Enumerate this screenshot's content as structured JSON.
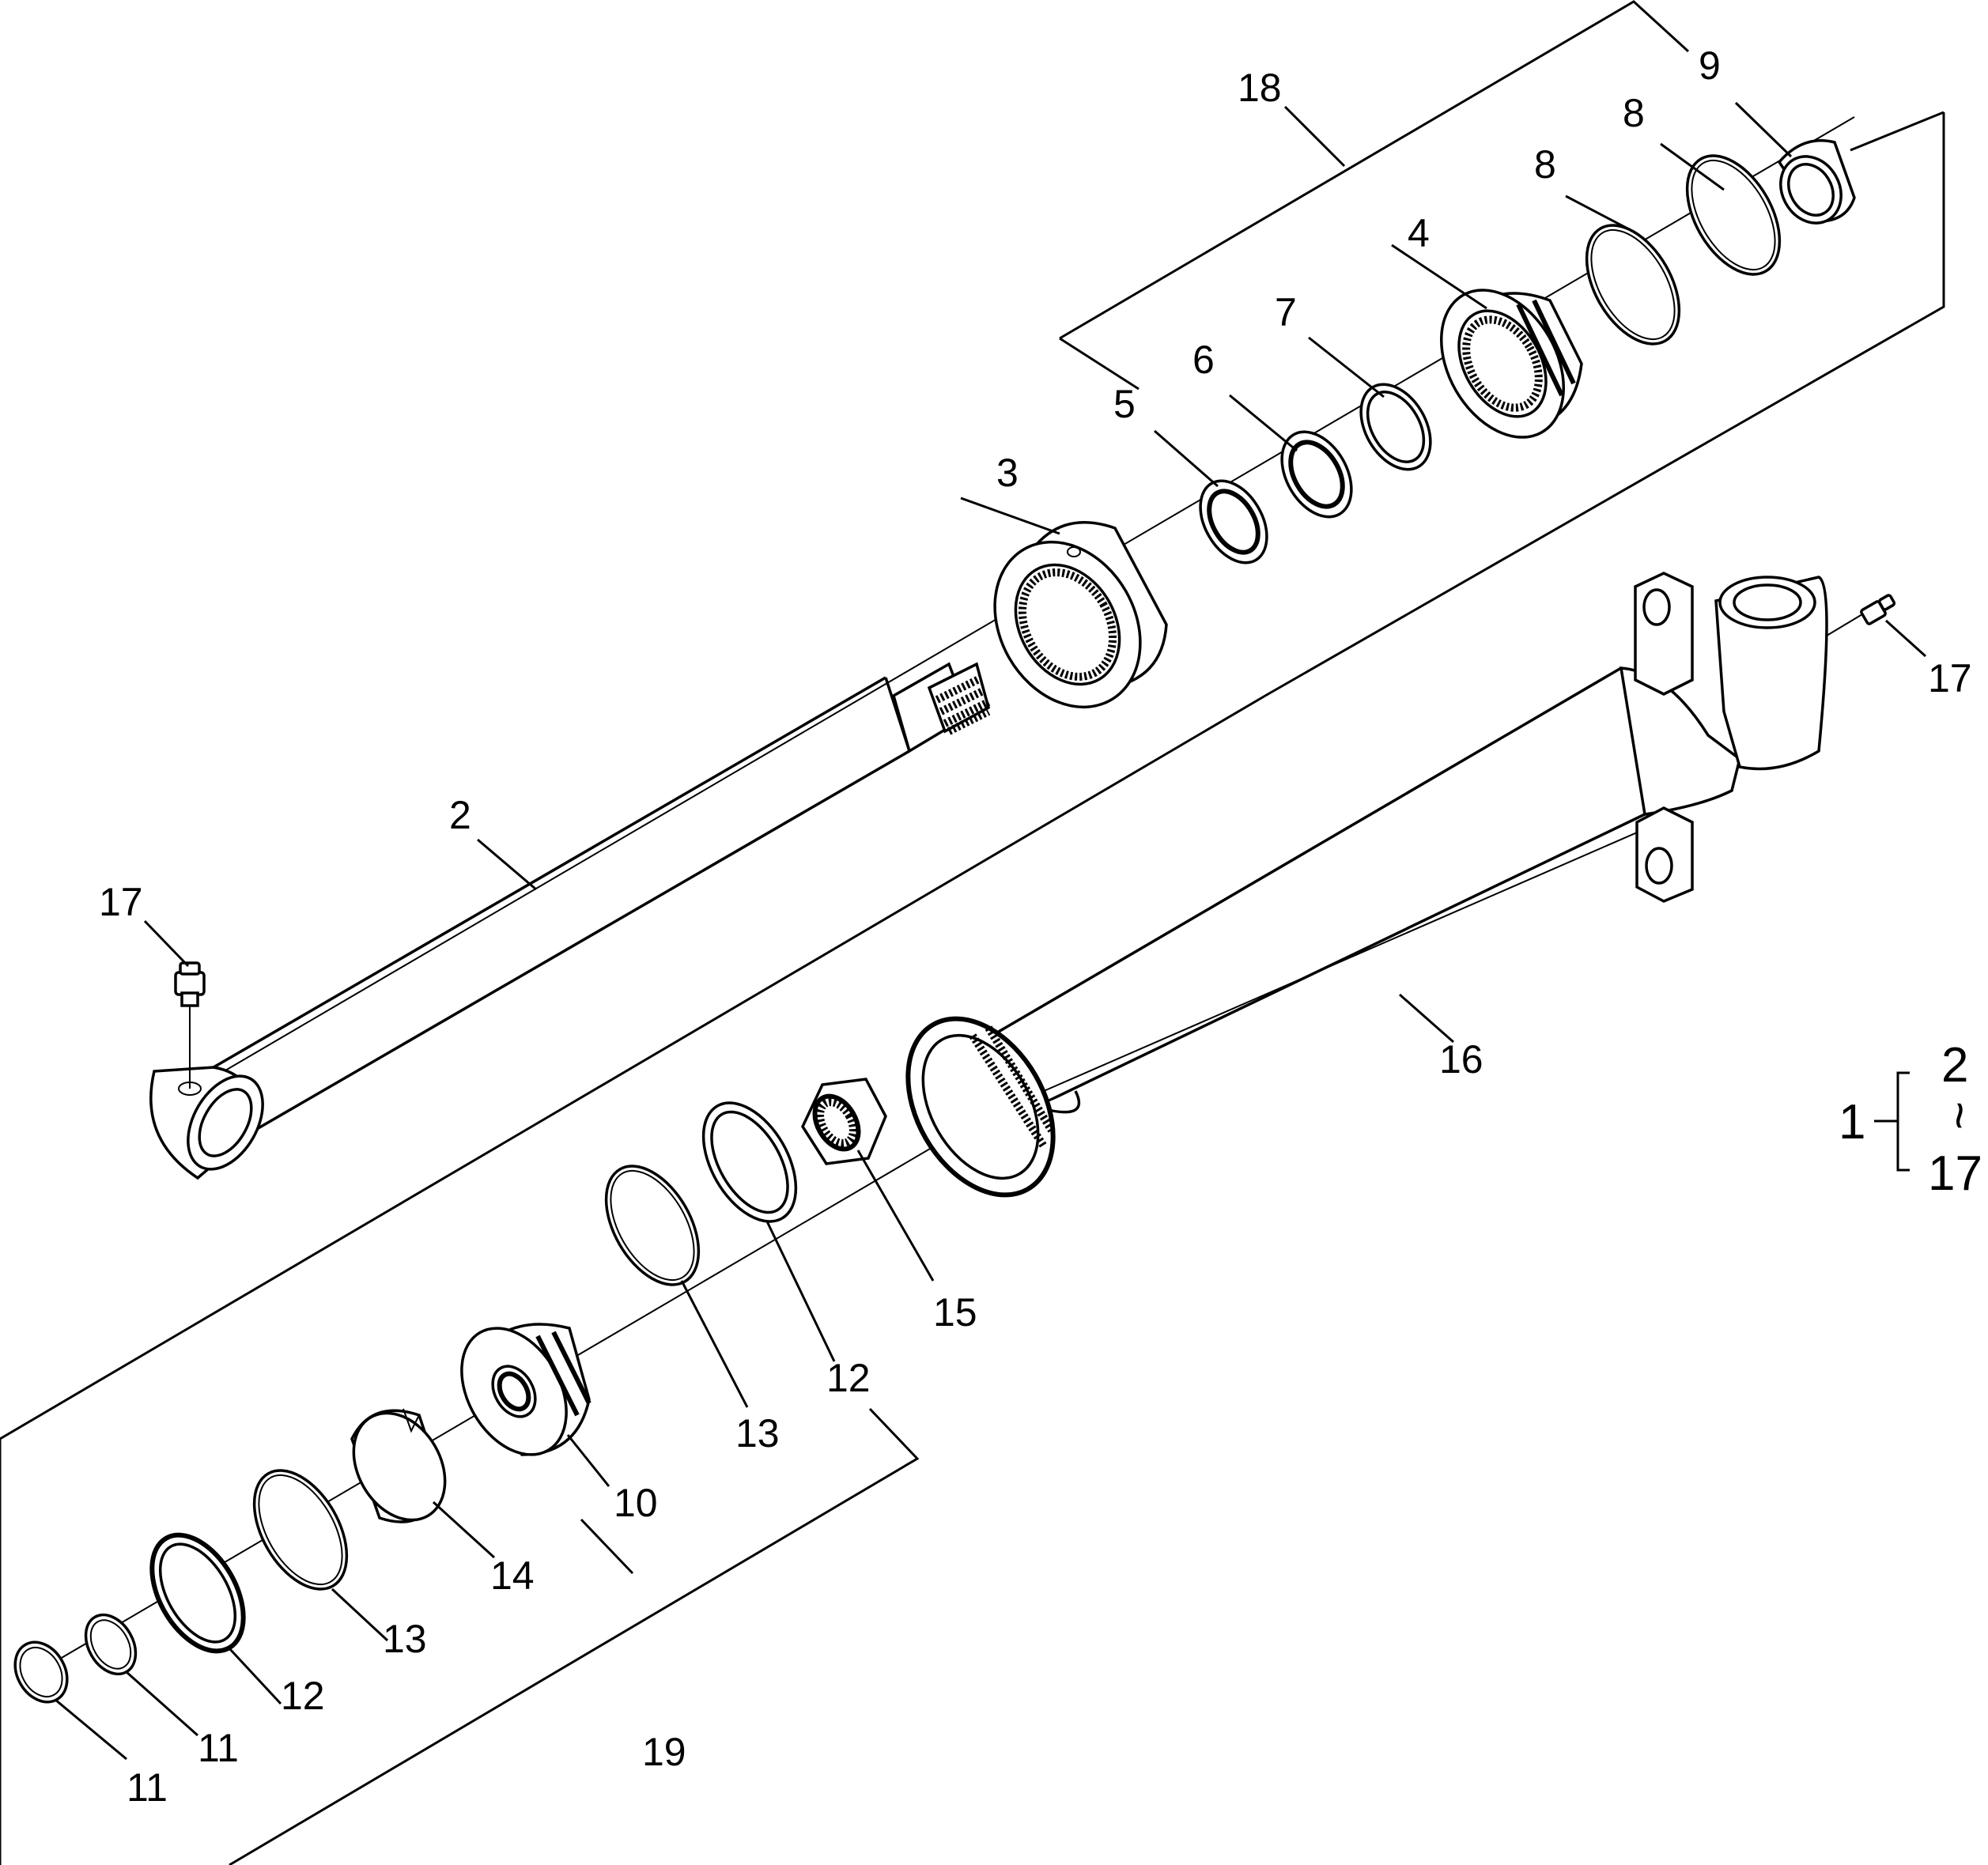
{
  "callouts": [
    {
      "id": "c2",
      "text": "2"
    },
    {
      "id": "c3",
      "text": "3"
    },
    {
      "id": "c4",
      "text": "4"
    },
    {
      "id": "c5",
      "text": "5"
    },
    {
      "id": "c6",
      "text": "6"
    },
    {
      "id": "c7",
      "text": "7"
    },
    {
      "id": "c8a",
      "text": "8"
    },
    {
      "id": "c8b",
      "text": "8"
    },
    {
      "id": "c9",
      "text": "9"
    },
    {
      "id": "c10",
      "text": "10"
    },
    {
      "id": "c11a",
      "text": "11"
    },
    {
      "id": "c11b",
      "text": "11"
    },
    {
      "id": "c12a",
      "text": "12"
    },
    {
      "id": "c12b",
      "text": "12"
    },
    {
      "id": "c13a",
      "text": "13"
    },
    {
      "id": "c13b",
      "text": "13"
    },
    {
      "id": "c14",
      "text": "14"
    },
    {
      "id": "c15",
      "text": "15"
    },
    {
      "id": "c16",
      "text": "16"
    },
    {
      "id": "c17a",
      "text": "17"
    },
    {
      "id": "c17b",
      "text": "17"
    },
    {
      "id": "c18",
      "text": "18"
    },
    {
      "id": "c19",
      "text": "19"
    }
  ],
  "assembly_note": {
    "parent": "1",
    "from": "2",
    "tilde": "~",
    "to": "17"
  }
}
